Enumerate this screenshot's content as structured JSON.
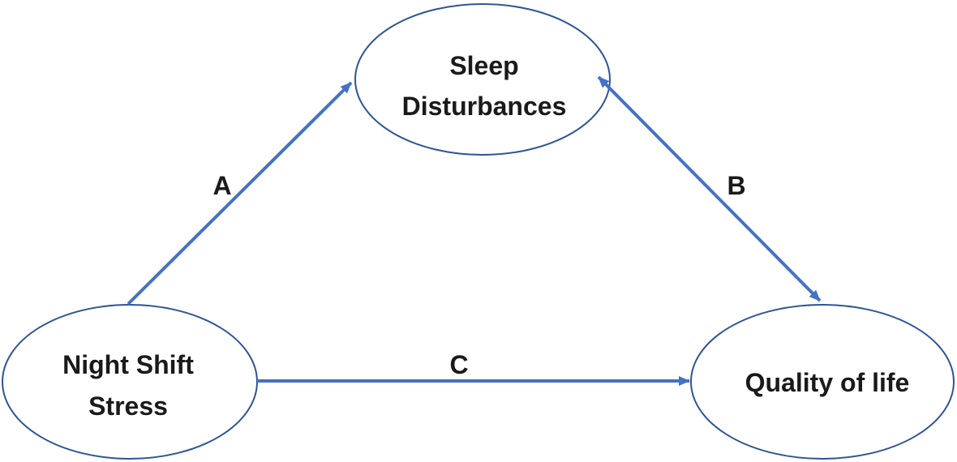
{
  "diagram": {
    "type": "path-model",
    "background": "#FFFFFF",
    "colors": {
      "arrow": "#4472C4",
      "node_outline": "#2F5496",
      "text": "#1A1A1A"
    },
    "nodes": [
      {
        "id": "sleep-disturbances",
        "lines": [
          "Sleep",
          "Disturbances"
        ]
      },
      {
        "id": "night-shift-stress",
        "lines": [
          "Night Shift",
          "Stress"
        ]
      },
      {
        "id": "quality-of-life",
        "lines": [
          "Quality of life"
        ]
      }
    ],
    "edges": [
      {
        "id": "a",
        "label": "A",
        "from": "night-shift-stress",
        "to": "sleep-disturbances",
        "direction": "single-headed"
      },
      {
        "id": "b",
        "label": "B",
        "from": "quality-of-life",
        "to": "sleep-disturbances",
        "direction": "double-headed"
      },
      {
        "id": "c",
        "label": "C",
        "from": "night-shift-stress",
        "to": "quality-of-life",
        "direction": "single-headed"
      }
    ]
  }
}
